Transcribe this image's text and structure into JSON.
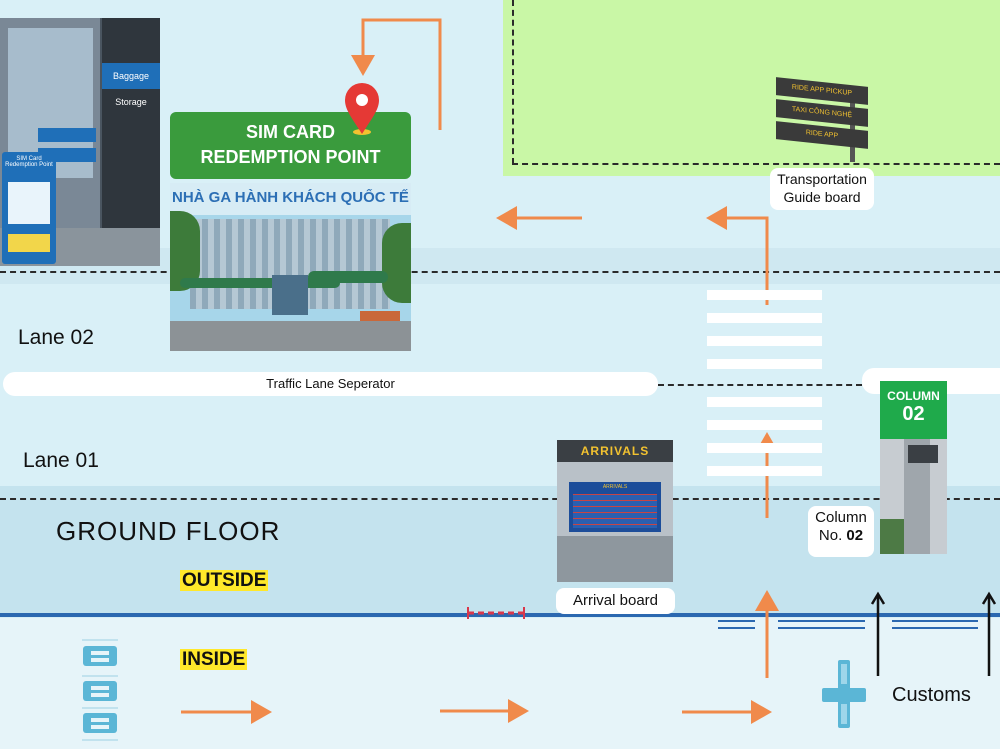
{
  "sim_point": {
    "line1": "SIM CARD",
    "line2": "REDEMPTION POINT"
  },
  "terminal_sign": "NHÀ GA HÀNH KHÁCH QUỐC TẾ",
  "baggage_sign": "Baggage Storage",
  "sim_card_sign": "SIM Card Redemption Point",
  "transport": {
    "line1": "Transportation",
    "line2": "Guide board"
  },
  "transport_board": [
    "RIDE APP PICKUP",
    "TAXI CÔNG NGHỆ",
    "RIDE APP"
  ],
  "lanes": {
    "lane2": "Lane 02",
    "lane1": "Lane 01"
  },
  "separator": "Traffic Lane Seperator",
  "ground_floor": "GROUND FLOOR",
  "outside": "OUTSIDE",
  "inside": "INSIDE",
  "arrivals_sign": "ARRIVALS",
  "arrivals_board_header": "ARRIVALS",
  "arrival_board_label": "Arrival board",
  "column_sign": {
    "line1": "COLUMN",
    "line2": "02"
  },
  "column_label": {
    "line1": "Column",
    "line2_prefix": "No. ",
    "line2_number": "02"
  },
  "customs": "Customs",
  "colors": {
    "arrow": "#f08a4b",
    "sign_green": "#3a9b3d",
    "wall": "#2b68b0",
    "highlight": "#ffe82a"
  }
}
